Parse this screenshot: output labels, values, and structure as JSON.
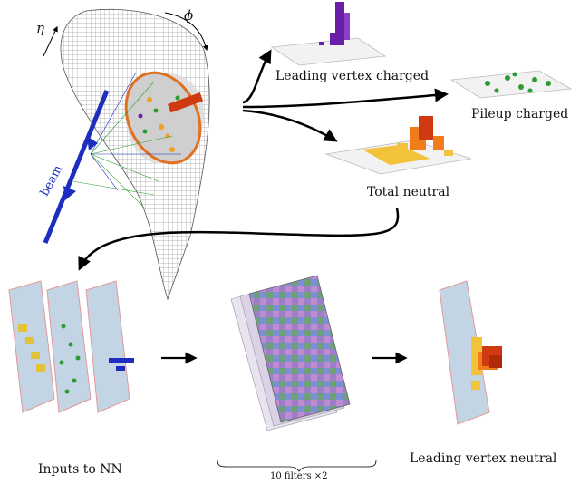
{
  "labels": {
    "eta": "η",
    "phi": "ϕ",
    "beam": "beam",
    "leading_vertex_charged": "Leading vertex charged",
    "pileup_charged": "Pileup charged",
    "total_neutral": "Total neutral",
    "inputs_to_nn": "Inputs to NN",
    "filters": "10 filters ×2",
    "leading_vertex_neutral": "Leading vertex neutral"
  },
  "colors": {
    "beam": "#1d2dbf",
    "charged_lv": "#6a1fa8",
    "pileup": "#2e9b2e",
    "neutral_low": "#f2c33a",
    "neutral_mid": "#f07d1a",
    "neutral_high": "#d03a10",
    "panel": "#b9cde0"
  }
}
